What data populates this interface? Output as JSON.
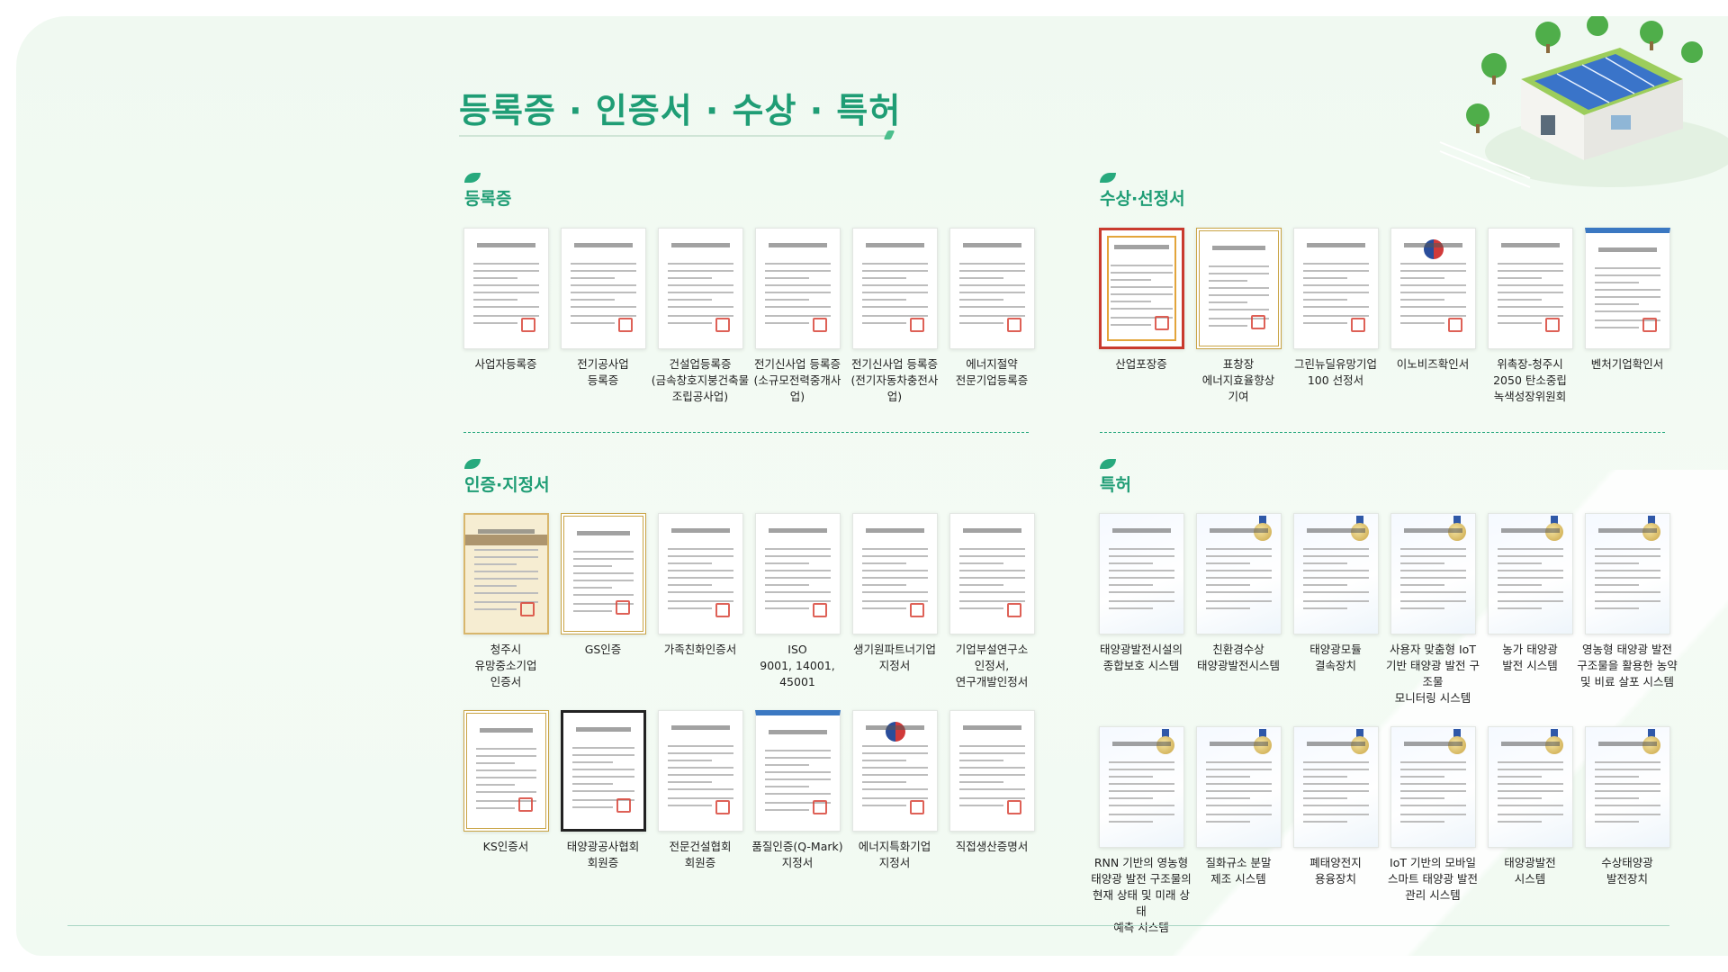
{
  "page": {
    "title": "등록증 · 인증서 · 수상 · 특허"
  },
  "colors": {
    "accent": "#1f9d75",
    "background": "#f0f9f1"
  },
  "sections": {
    "registration": {
      "title": "등록증",
      "items": [
        {
          "label": "사업자등록증",
          "style": "plain"
        },
        {
          "label": "전기공사업\n등록증",
          "style": "plain"
        },
        {
          "label": "건설업등록증\n(금속창호지붕건축물\n조립공사업)",
          "style": "plain"
        },
        {
          "label": "전기신사업 등록증\n(소규모전력중개사업)",
          "style": "plain"
        },
        {
          "label": "전기신사업 등록증\n(전기자동차충전사업)",
          "style": "plain"
        },
        {
          "label": "에너지절약\n전문기업등록증",
          "style": "plain"
        }
      ]
    },
    "awards": {
      "title": "수상·선정서",
      "items": [
        {
          "label": "산업포장증",
          "style": "award"
        },
        {
          "label": "표창장\n에너지효율향상\n기여",
          "style": "framed"
        },
        {
          "label": "그린뉴딜유망기업\n100 선정서",
          "style": "plain"
        },
        {
          "label": "이노비즈확인서",
          "style": "emblem"
        },
        {
          "label": "위촉장-청주시\n2050 탄소중립\n녹색성장위원회",
          "style": "plain"
        },
        {
          "label": "벤처기업확인서",
          "style": "bluebd"
        }
      ]
    },
    "certification": {
      "title": "인증·지정서",
      "items": [
        {
          "label": "청주시\n유망중소기업\n인증서",
          "style": "gold"
        },
        {
          "label": "GS인증",
          "style": "framed"
        },
        {
          "label": "가족친화인증서",
          "style": "plain"
        },
        {
          "label": "ISO\n9001, 14001,\n45001",
          "style": "plain"
        },
        {
          "label": "생기원파트너기업\n지정서",
          "style": "plain"
        },
        {
          "label": "기업부설연구소\n인정서,\n연구개발인정서",
          "style": "plain"
        },
        {
          "label": "KS인증서",
          "style": "framed"
        },
        {
          "label": "태양광공사협회\n회원증",
          "style": "dark"
        },
        {
          "label": "전문건설협회\n회원증",
          "style": "plain"
        },
        {
          "label": "품질인증(Q-Mark)\n지정서",
          "style": "bluebd"
        },
        {
          "label": "에너지특화기업\n지정서",
          "style": "emblem"
        },
        {
          "label": "직접생산증명서",
          "style": "plain"
        }
      ]
    },
    "patents": {
      "title": "특허",
      "items": [
        {
          "label": "태양광발전시설의\n종합보호 시스템",
          "style": "patent"
        },
        {
          "label": "친환경수상\n태양광발전시스템",
          "style": "patent-medal"
        },
        {
          "label": "태양광모듈\n결속장치",
          "style": "patent-medal"
        },
        {
          "label": "사용자 맞춤형 IoT\n기반 태양광 발전 구조물\n모니터링 시스템",
          "style": "patent-medal"
        },
        {
          "label": "농가 태양광\n발전 시스템",
          "style": "patent-medal"
        },
        {
          "label": "영농형 태양광 발전\n구조물을 활용한 농약\n및 비료 살포 시스템",
          "style": "patent-medal"
        },
        {
          "label": "RNN 기반의 영농형\n태양광 발전 구조물의\n현재 상태 및 미래 상태\n예측 시스템",
          "style": "patent-medal"
        },
        {
          "label": "질화규소 분말\n제조 시스템",
          "style": "patent-medal"
        },
        {
          "label": "폐태양전지\n용융장치",
          "style": "patent-medal"
        },
        {
          "label": "IoT 기반의 모바일\n스마트 태양광 발전\n관리 시스템",
          "style": "patent-medal"
        },
        {
          "label": "태양광발전\n시스템",
          "style": "patent-medal"
        },
        {
          "label": "수상태양광\n발전장치",
          "style": "patent-medal"
        }
      ]
    }
  }
}
